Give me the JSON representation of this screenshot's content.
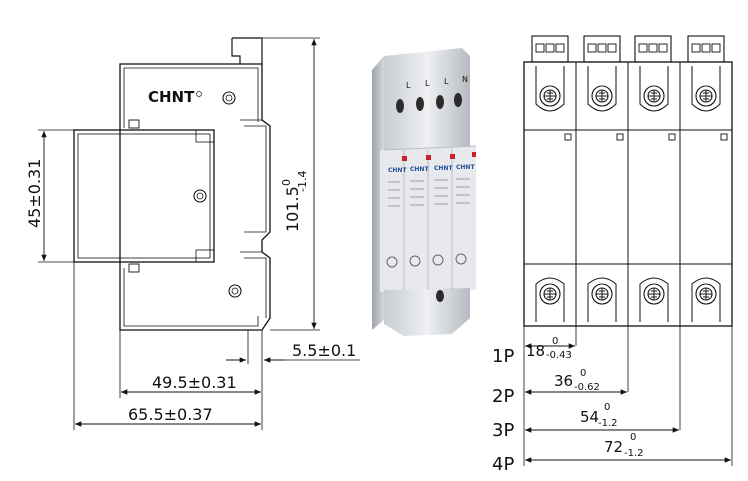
{
  "side_view": {
    "brand_logo_text": "CHNT",
    "dim_height_module": "45±0.31",
    "dim_total_height_base": "101.5",
    "dim_total_height_upper": "0",
    "dim_total_height_lower": "-1.4",
    "dim_rail_offset": "5.5±0.1",
    "dim_depth_body": "49.5±0.31",
    "dim_depth_total": "65.5±0.37"
  },
  "product_photo": {
    "top_letters": [
      "L",
      "L",
      "L",
      "N"
    ],
    "brand_text": "CHNT"
  },
  "front_view": {
    "poles": [
      {
        "label": "1P",
        "dim_base": "18",
        "dim_upper": "0",
        "dim_lower": "-0.43"
      },
      {
        "label": "2P",
        "dim_base": "36",
        "dim_upper": "0",
        "dim_lower": "-0.62"
      },
      {
        "label": "3P",
        "dim_base": "54",
        "dim_upper": "0",
        "dim_lower": "-1.2"
      },
      {
        "label": "4P",
        "dim_base": "72",
        "dim_upper": "0",
        "dim_lower": "-1.2"
      }
    ]
  }
}
